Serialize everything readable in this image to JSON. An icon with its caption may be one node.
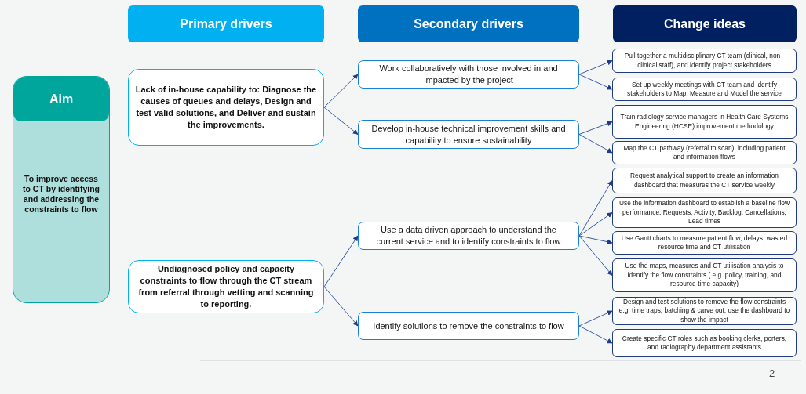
{
  "diagram": {
    "nodes": [
      {
        "text": [
          "Primary drivers"
        ]
      },
      {
        "text": [
          "Secondary drivers"
        ]
      },
      {
        "text": [
          "Change ideas"
        ]
      },
      {
        "text": [
          "Aim",
          "To improve access to CT by identifying and addressing the constraints to flow"
        ]
      },
      {
        "text": [
          "Lack of in-house capability to: Diagnose the causes of queues and delays, Design and test valid solutions, and Deliver and sustain the improvements."
        ]
      },
      {
        "text": [
          "Undiagnosed policy and capacity constraints to flow through the CT stream from referral through vetting and scanning to reporting."
        ]
      },
      {
        "text": [
          "Work collaboratively with those involved in and impacted by the project"
        ]
      },
      {
        "text": [
          "Develop in-house technical improvement skills and capability to ensure sustainability"
        ]
      },
      {
        "text": [
          "Use a data driven approach to understand the current service and to identify constraints to flow"
        ]
      },
      {
        "text": [
          "Identify solutions to remove the constraints to flow"
        ]
      },
      {
        "text": [
          "Pull together a multidisciplinary CT team (clinical, non - clinical staff), and identify project stakeholders"
        ]
      },
      {
        "text": [
          "Set up weekly meetings with CT team and identify stakeholders to Map, Measure and Model the service"
        ]
      },
      {
        "text": [
          "Train radiology service managers in Health Care Systems Engineering (HCSE) improvement methodology"
        ]
      },
      {
        "text": [
          "Map the CT pathway (referral to scan), including patient and information flows"
        ]
      },
      {
        "text": [
          "Request analytical support to create an information dashboard that measures the CT service weekly"
        ]
      },
      {
        "text": [
          "Use the information dashboard to establish a baseline flow performance: Requests, Activity, Backlog, Cancellations, Lead times"
        ]
      },
      {
        "text": [
          "Use Gantt charts to measure patient flow, delays, wasted resource time and CT utilisation"
        ]
      },
      {
        "text": [
          "Use the maps, measures and CT  utilisation analysis to identify the flow constraints ( e.g. policy, training, and resource-time capacity)"
        ]
      },
      {
        "text": [
          "Design and test solutions to remove the flow constraints e.g. time traps, batching & carve out, use the dashboard to show the impact"
        ]
      },
      {
        "text": [
          "Create specific CT roles such as booking clerks, porters, and radiography department assistants"
        ]
      }
    ],
    "edges": [
      {
        "from": 4,
        "to": 6,
        "arrow": "to"
      },
      {
        "from": 4,
        "to": 7,
        "arrow": "to"
      },
      {
        "from": 5,
        "to": 8,
        "arrow": "to"
      },
      {
        "from": 5,
        "to": 9,
        "arrow": "to"
      },
      {
        "from": 6,
        "to": 10,
        "arrow": "to"
      },
      {
        "from": 6,
        "to": 11,
        "arrow": "to"
      },
      {
        "from": 7,
        "to": 12,
        "arrow": "to"
      },
      {
        "from": 7,
        "to": 13,
        "arrow": "to"
      },
      {
        "from": 8,
        "to": 14,
        "arrow": "to"
      },
      {
        "from": 8,
        "to": 15,
        "arrow": "to"
      },
      {
        "from": 8,
        "to": 16,
        "arrow": "to"
      },
      {
        "from": 8,
        "to": 17,
        "arrow": "to"
      },
      {
        "from": 9,
        "to": 18,
        "arrow": "to"
      },
      {
        "from": 9,
        "to": 19,
        "arrow": "to"
      }
    ],
    "labels": [
      "2"
    ]
  }
}
